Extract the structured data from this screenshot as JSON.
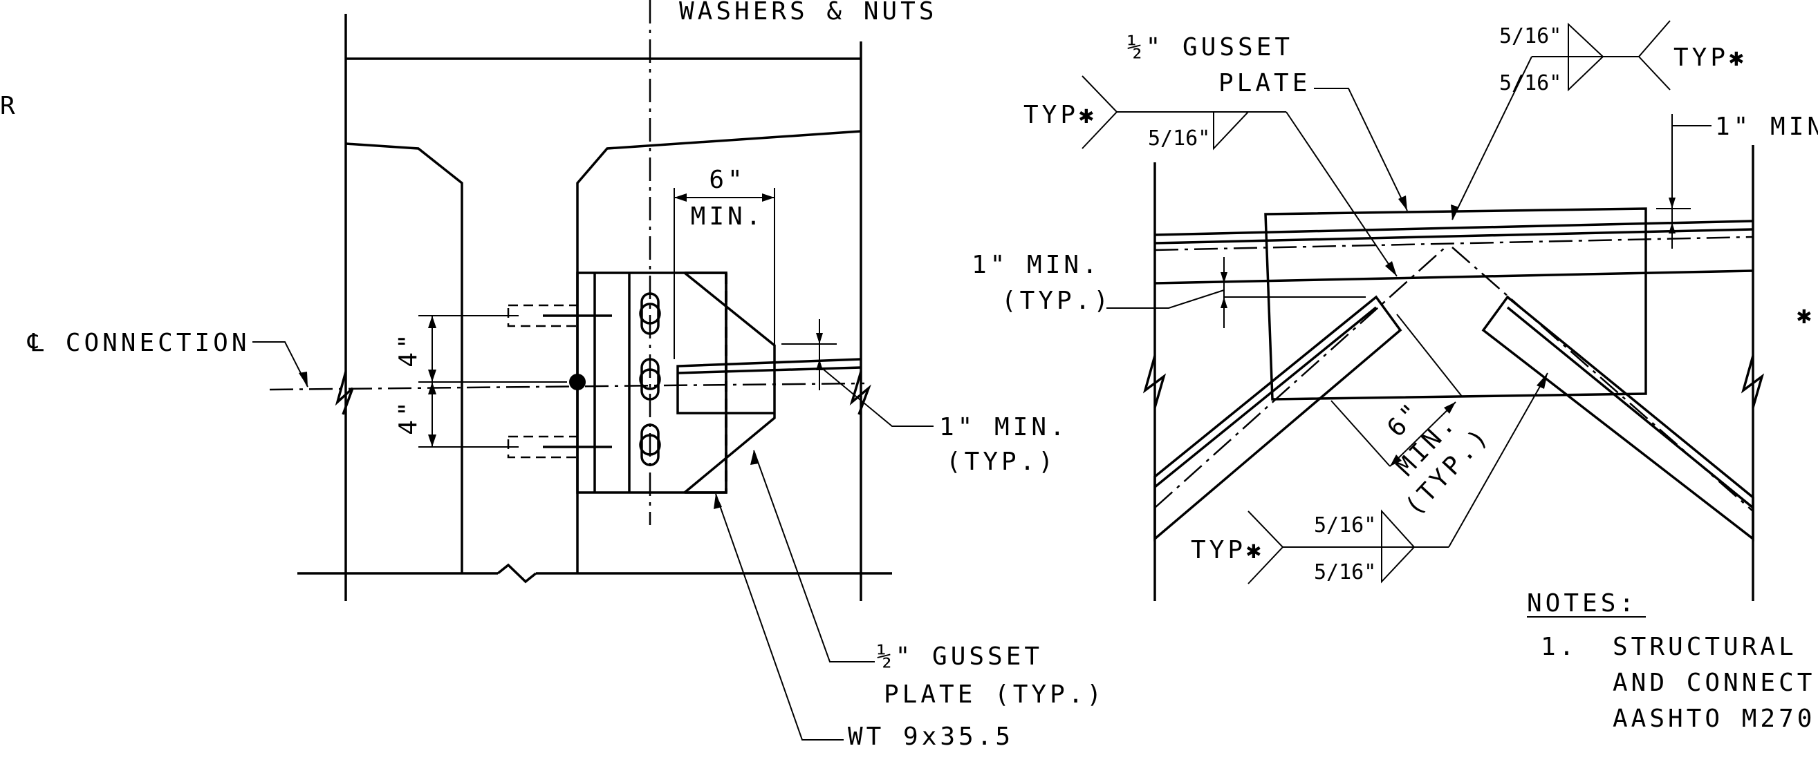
{
  "left_view": {
    "partial_left_label": "R",
    "washers_label": "WASHERS & NUTS",
    "cl_connection_label": "℄ CONNECTION",
    "dim_4_upper": "4\"",
    "dim_4_lower": "4\"",
    "dim_6_label": "6\"",
    "dim_6_min_label": "MIN.",
    "one_inch_min_label": "1\" MIN.",
    "one_inch_typ_label": "(TYP.)",
    "gusset_line1": "½\" GUSSET",
    "gusset_line2": "PLATE (TYP.)",
    "wt_label": "WT 9x35.5"
  },
  "right_view": {
    "gusset_line1": "½\" GUSSET",
    "gusset_line2": "PLATE",
    "typ_top_right": "TYP✱",
    "typ_left_upper": "TYP✱",
    "typ_bottom": "TYP✱",
    "weld_top_upper": "5/16\"",
    "weld_top_lower": "5/16\"",
    "weld_left": "5/16\"",
    "weld_bottom_upper": "5/16\"",
    "weld_bottom_lower": "5/16\"",
    "one_inch_min_left": "1\" MIN.",
    "one_inch_typ_left": "(TYP.)",
    "one_inch_min_right": "1\" MIN",
    "dim_6_label": "6\"",
    "dim_6_min_label": "MIN.",
    "dim_6_typ_label": "(TYP.)",
    "asterisk_note": "✱"
  },
  "notes": {
    "title": "NOTES:",
    "item_number": "1.",
    "line1": "STRUCTURAL",
    "line2": "AND CONNECT",
    "line3": "AASHTO M270"
  }
}
